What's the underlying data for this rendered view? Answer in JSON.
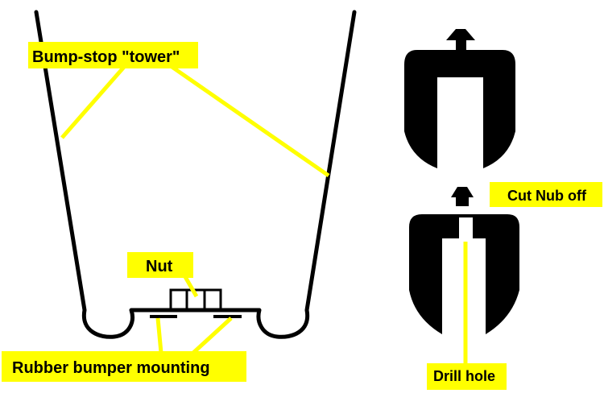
{
  "labels": {
    "tower": "Bump-stop \"tower\"",
    "nut": "Nut",
    "mount": "Rubber bumper mounting",
    "cut": "Cut Nub off",
    "drill": "Drill hole"
  },
  "colors": {
    "background": "#ffffff",
    "label_fill": "#ffff00",
    "leader": "#ffff00",
    "outline": "#000000"
  }
}
